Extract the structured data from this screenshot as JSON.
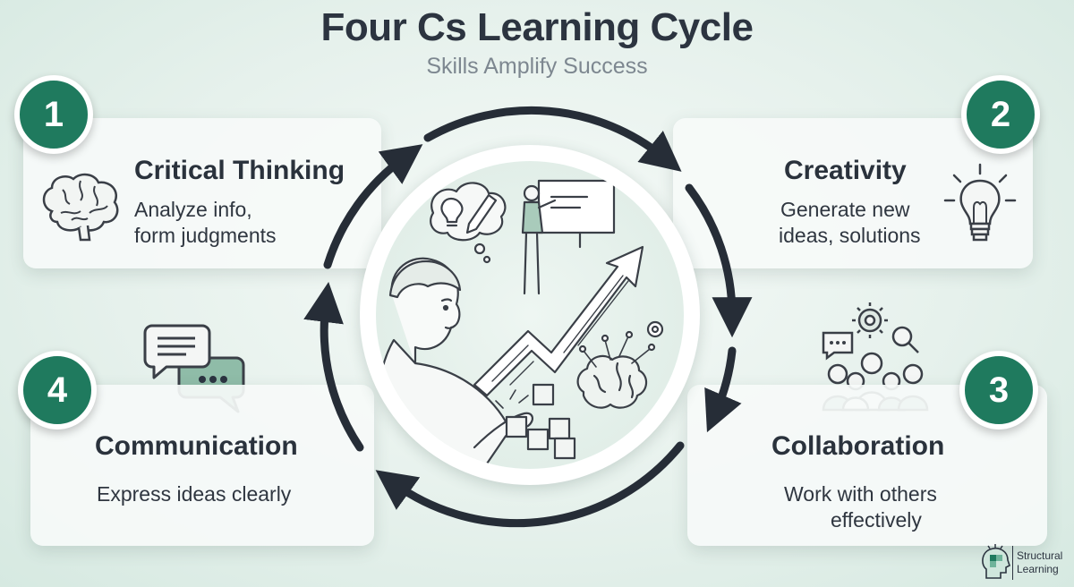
{
  "header": {
    "title": "Four Cs Learning Cycle",
    "subtitle": "Skills Amplify Success"
  },
  "cards": [
    {
      "number": "1",
      "title": "Critical Thinking",
      "desc_line1": "Analyze info,",
      "desc_line2": "form judgments",
      "icon": "brain-icon"
    },
    {
      "number": "2",
      "title": "Creativity",
      "desc_line1": "Generate new",
      "desc_line2": "ideas, solutions",
      "icon": "lightbulb-icon"
    },
    {
      "number": "3",
      "title": "Collaboration",
      "desc_line1": "Work with others",
      "desc_line2": "effectively",
      "icon": "team-icon"
    },
    {
      "number": "4",
      "title": "Communication",
      "desc_line1": "Express ideas clearly",
      "icon": "speech-bubbles-icon"
    }
  ],
  "center": {
    "illustration": "student-learning-growth-illustration",
    "cycle_arrows": "clockwise-cycle-arrows"
  },
  "logo": {
    "line1": "Structural",
    "line2": "Learning",
    "icon": "head-puzzle-icon"
  },
  "colors": {
    "accent": "#1f7a5e",
    "text": "#2c3440",
    "subtitle": "#7d8790",
    "arrow": "#262d37"
  }
}
